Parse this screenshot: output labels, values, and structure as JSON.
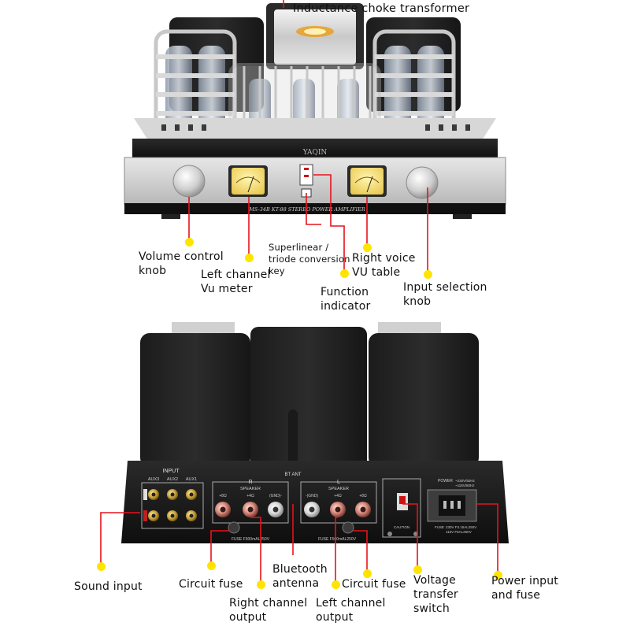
{
  "front_panel": {
    "brand": "YAQIN",
    "model_plate": "MS-34B  KT-88 STEREO POWER AMPLIFIER"
  },
  "rear_panel": {
    "input_title": "INPUT",
    "aux_labels": [
      "AUX3",
      "AUX2",
      "AUX1"
    ],
    "bt_label": "BT ANT",
    "right_speaker": {
      "title": "R",
      "subtitle": "SPEAKER",
      "terminals": [
        "+8Ω",
        "+4Ω",
        "(GND)-"
      ]
    },
    "left_speaker": {
      "title": "L",
      "subtitle": "SPEAKER",
      "terminals": [
        "-(GND)",
        "+4Ω",
        "+8Ω"
      ]
    },
    "fuse_left": "FUSE F500mAL250V",
    "fuse_right": "FUSE F500mAL250V",
    "power_label": "POWER",
    "power_voltage_1": "~230V/50Hz",
    "power_voltage_2": "~115V/60Hz",
    "main_fuse_1": "230V F3.15AL250V",
    "main_fuse_2": "115V F6AL250V",
    "main_fuse_title": "FUSE",
    "caution": "CAUTION"
  },
  "callouts": {
    "choke": "Inductance choke transformer",
    "volume": [
      "Volume control",
      "knob"
    ],
    "left_vu": [
      "Left channel",
      "Vu meter"
    ],
    "superlinear": [
      "Superlinear /",
      "triode conversion",
      "key"
    ],
    "function": [
      "Function",
      "indicator"
    ],
    "right_vu": [
      "Right voice",
      "VU table"
    ],
    "input_select": [
      "Input selection",
      "knob"
    ],
    "sound_input": "Sound input",
    "circuit_fuse_1": "Circuit fuse",
    "right_output": [
      "Right channel",
      "output"
    ],
    "bluetooth": [
      "Bluetooth",
      "antenna"
    ],
    "left_output": [
      "Left channel",
      "output"
    ],
    "circuit_fuse_2": "Circuit fuse",
    "voltage": [
      "Voltage",
      "transfer",
      "switch"
    ],
    "power_input": [
      "Power input",
      "and fuse"
    ]
  },
  "colors": {
    "callout_line": "#e8121c",
    "callout_dot": "#ffe400"
  }
}
